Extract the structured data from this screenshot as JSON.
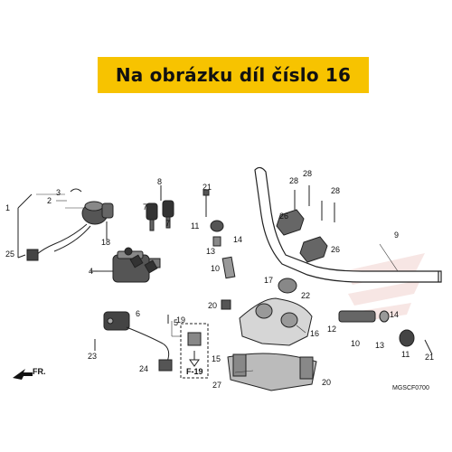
{
  "banner": {
    "text": "Na obrázku díl číslo 16",
    "color": "#f7c300"
  },
  "diagram": {
    "callouts": {
      "c1": "1",
      "c2": "2",
      "c3": "3",
      "c4": "4",
      "c5": "5",
      "c6": "6",
      "c7a": "7",
      "c7b": "7",
      "c8": "8",
      "c9": "9",
      "c10": "10",
      "c10b": "10",
      "c11": "11",
      "c11b": "11",
      "c12": "12",
      "c13": "13",
      "c13b": "13",
      "c14": "14",
      "c14b": "14",
      "c15": "15",
      "c16": "16",
      "c17": "17",
      "c18": "18",
      "c19": "19",
      "c20": "20",
      "c20b": "20",
      "c21": "21",
      "c21b": "21",
      "c22": "22",
      "c23": "23",
      "c24": "24",
      "c25": "25",
      "c26a": "26",
      "c26b": "26",
      "c27": "27",
      "c28a": "28",
      "c28b": "28",
      "c28c": "28",
      "f19": "F-19",
      "fr": "FR.",
      "code": "MGSCF0700"
    }
  }
}
